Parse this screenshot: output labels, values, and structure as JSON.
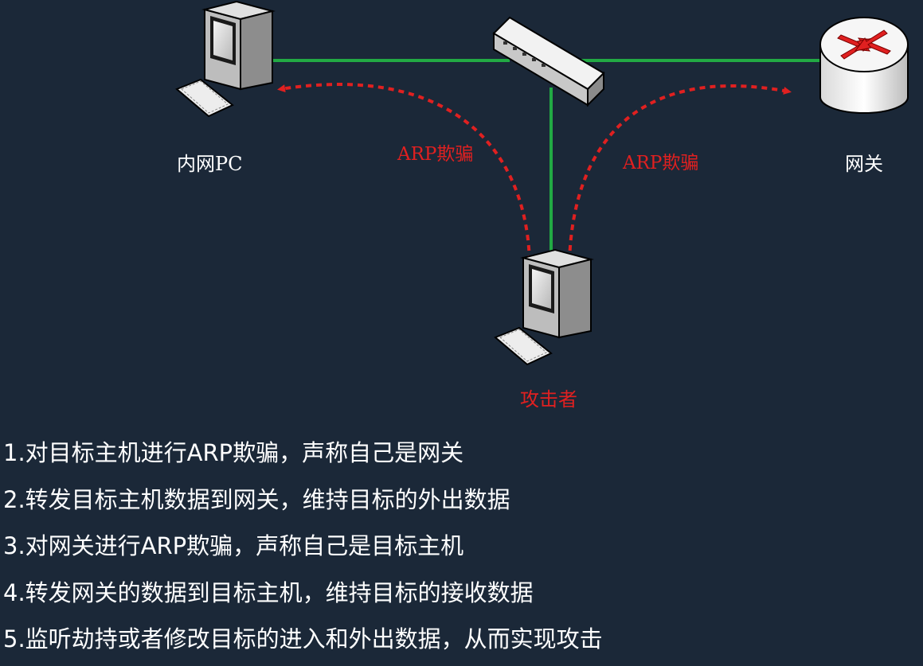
{
  "nodes": {
    "pc_label": "内网PC",
    "gateway_label": "网关",
    "attacker_label": "攻击者"
  },
  "arrows": {
    "left_label": "ARP欺骗",
    "right_label": "ARP欺骗"
  },
  "colors": {
    "background": "#1b2838",
    "link": "#22aa44",
    "spoof": "#e02020",
    "router_arrows": "#e02020"
  },
  "icons": [
    "desktop-computer-icon",
    "network-switch-icon",
    "router-icon",
    "keyboard-icon"
  ],
  "steps": [
    "1.对目标主机进行ARP欺骗，声称自己是网关",
    "2.转发目标主机数据到网关，维持目标的外出数据",
    "3.对网关进行ARP欺骗，声称自己是目标主机",
    "4.转发网关的数据到目标主机，维持目标的接收数据",
    "5.监听劫持或者修改目标的进入和外出数据，从而实现攻击"
  ]
}
